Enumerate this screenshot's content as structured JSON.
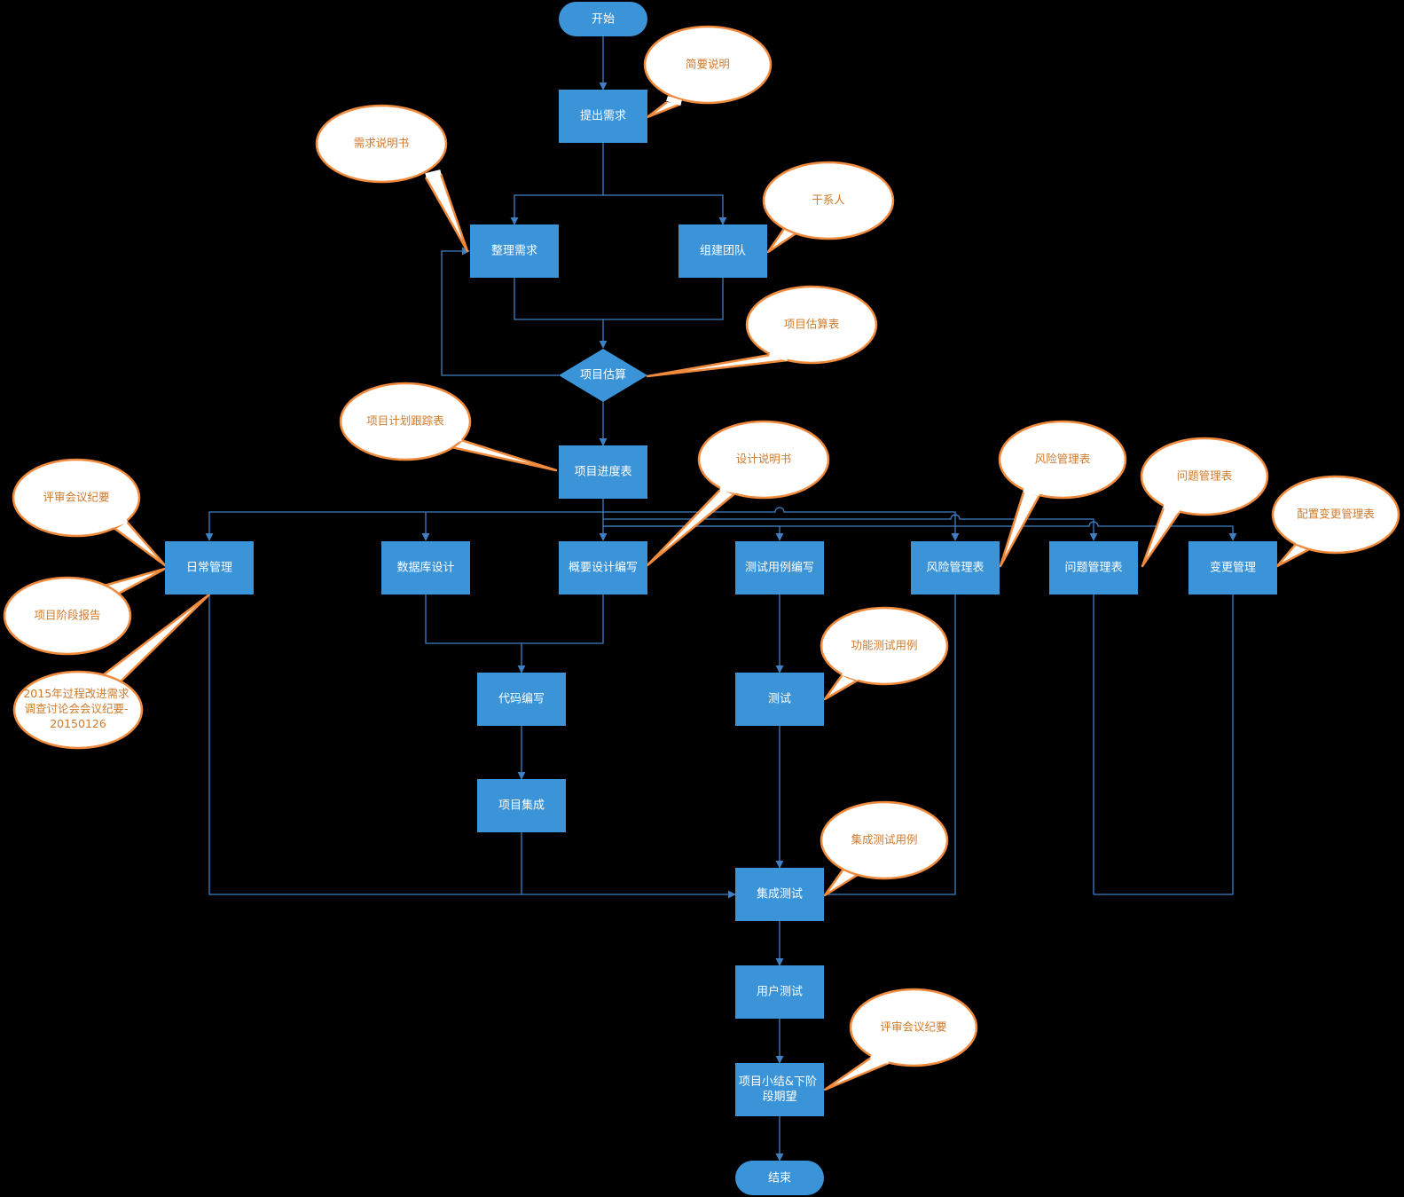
{
  "colors": {
    "background": "#000000",
    "node_fill": "#3b93d8",
    "node_text": "#ffffff",
    "connector": "#3f7fc4",
    "callout_fill": "#ffffff",
    "callout_border": "#f08a3c",
    "callout_text": "#d07a2a"
  },
  "nodes": [
    {
      "id": "start",
      "label": "开始"
    },
    {
      "id": "submit-req",
      "label": "提出需求"
    },
    {
      "id": "organize-req",
      "label": "整理需求"
    },
    {
      "id": "build-team",
      "label": "组建团队"
    },
    {
      "id": "estimate",
      "label": "项目估算"
    },
    {
      "id": "schedule",
      "label": "项目进度表"
    },
    {
      "id": "daily",
      "label": "日常管理"
    },
    {
      "id": "db-design",
      "label": "数据库设计"
    },
    {
      "id": "outline-design",
      "label": "概要设计编写"
    },
    {
      "id": "testcase",
      "label": "测试用例编写"
    },
    {
      "id": "risk",
      "label": "风险管理表"
    },
    {
      "id": "issue",
      "label": "问题管理表"
    },
    {
      "id": "change",
      "label": "变更管理"
    },
    {
      "id": "coding",
      "label": "代码编写"
    },
    {
      "id": "test",
      "label": "测试"
    },
    {
      "id": "integration",
      "label": "项目集成"
    },
    {
      "id": "int-test",
      "label": "集成测试"
    },
    {
      "id": "user-test",
      "label": "用户测试"
    },
    {
      "id": "summary",
      "label": "项目小结&下阶段期望"
    },
    {
      "id": "end",
      "label": "结束"
    }
  ],
  "callouts": [
    {
      "id": "brief",
      "label": "简要说明"
    },
    {
      "id": "req-spec",
      "label": "需求说明书"
    },
    {
      "id": "stakeholder",
      "label": "干系人"
    },
    {
      "id": "estimate-table",
      "label": "项目估算表"
    },
    {
      "id": "plan-track",
      "label": "项目计划跟踪表"
    },
    {
      "id": "design-spec",
      "label": "设计说明书"
    },
    {
      "id": "risk-table",
      "label": "风险管理表"
    },
    {
      "id": "issue-table",
      "label": "问题管理表"
    },
    {
      "id": "config-change",
      "label": "配置变更管理表"
    },
    {
      "id": "review-minutes-1",
      "label": "评审会议纪要"
    },
    {
      "id": "stage-report",
      "label": "项目阶段报告"
    },
    {
      "id": "process-minutes",
      "label": "2015年过程改进需求调查讨论会会议纪要-20150126"
    },
    {
      "id": "func-testcase",
      "label": "功能测试用例"
    },
    {
      "id": "int-testcase",
      "label": "集成测试用例"
    },
    {
      "id": "review-minutes-2",
      "label": "评审会议纪要"
    }
  ]
}
